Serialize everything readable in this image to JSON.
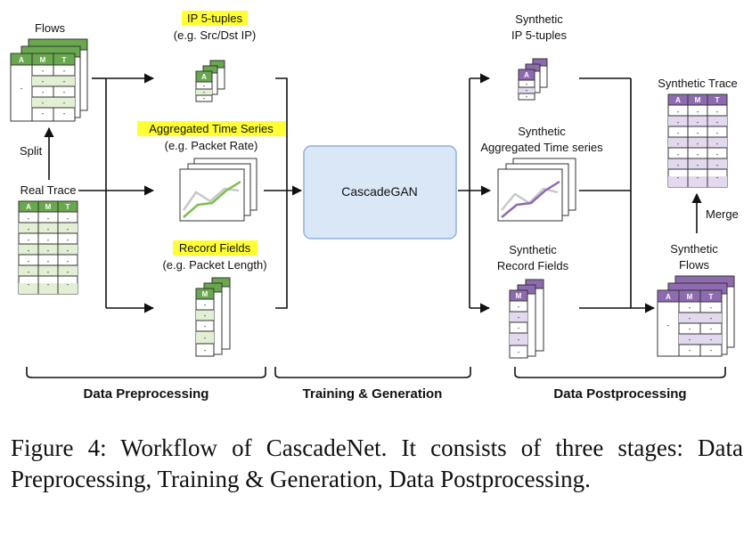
{
  "colors": {
    "green_dark": "#6aa84f",
    "green_light": "#e2efd4",
    "purple_dark": "#8e6bb0",
    "purple_light": "#e3d9ef",
    "highlight": "#ffff33",
    "gan_fill": "#d9e7f7",
    "gan_stroke": "#8fb2dc"
  },
  "labels": {
    "flows": "Flows",
    "split": "Split",
    "real_trace": "Real Trace",
    "ip_tuples": "IP 5-tuples",
    "ip_tuples_eg": "(e.g. Src/Dst IP)",
    "agg_ts": "Aggregated Time Series",
    "agg_ts_eg": "(e.g. Packet Rate)",
    "record_fields": "Record Fields",
    "record_fields_eg": "(e.g. Packet Length)",
    "cascadegan": "CascadeGAN",
    "syn_ip_1": "Synthetic",
    "syn_ip_2": "IP 5-tuples",
    "syn_agg_1": "Synthetic",
    "syn_agg_2": "Aggregated Time series",
    "syn_rec_1": "Synthetic",
    "syn_rec_2": "Record Fields",
    "syn_trace": "Synthetic Trace",
    "merge": "Merge",
    "syn_flows_1": "Synthetic",
    "syn_flows_2": "Flows"
  },
  "table_headers": {
    "a": "A",
    "m": "M",
    "t": "T",
    "dash": "-"
  },
  "stages": {
    "preprocessing": "Data Preprocessing",
    "training": "Training & Generation",
    "postprocessing": "Data Postprocessing"
  },
  "caption": "Figure 4: Workflow of CascadeNet. It consists of three stages: Data Preprocessing, Training & Generation, Data Postprocessing."
}
